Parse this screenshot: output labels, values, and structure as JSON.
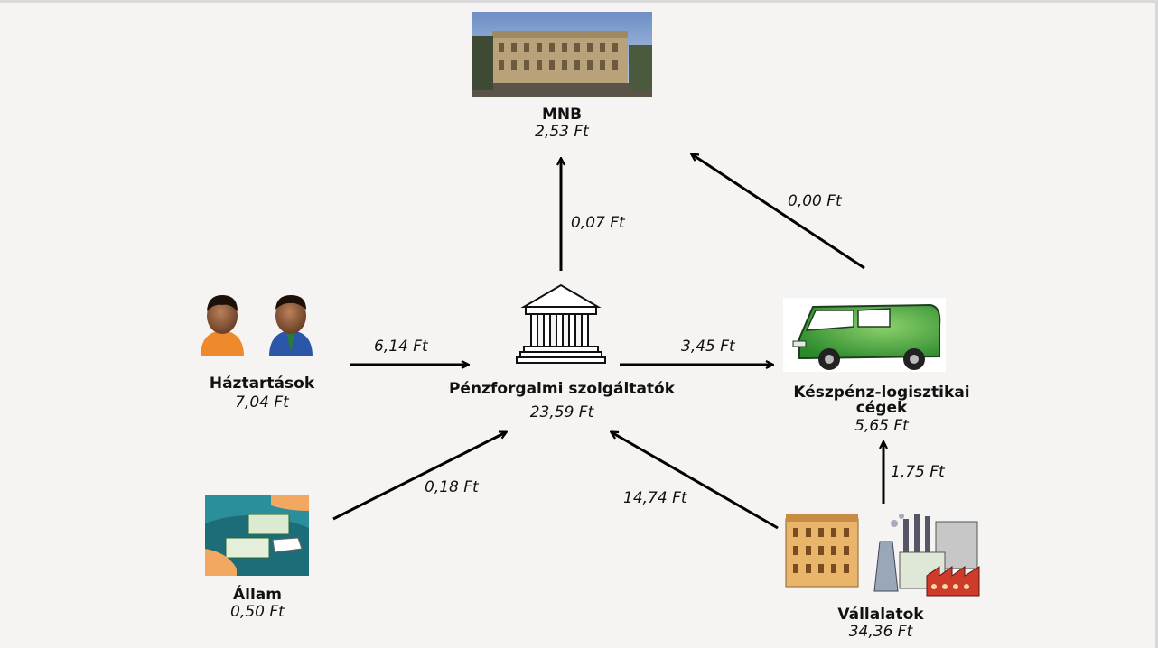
{
  "nodes": {
    "mnb": {
      "name": "MNB",
      "value": "2,53 Ft",
      "icon": "central-bank-building-photo"
    },
    "haztartasok": {
      "name": "Háztartások",
      "value": "7,04 Ft",
      "icon": "people-icon"
    },
    "penzforgalmi": {
      "name": "Pénzforgalmi szolgáltatók",
      "value": "23,59 Ft",
      "icon": "bank-icon"
    },
    "logisztika": {
      "name": "Készpénz-logisztikai cégek",
      "value": "5,65 Ft",
      "icon": "van-icon"
    },
    "allam": {
      "name": "Állam",
      "value": "0,50 Ft",
      "icon": "money-exchange-icon"
    },
    "vallalatok": {
      "name": "Vállalatok",
      "value": "34,36 Ft",
      "icon": "factory-buildings-icon"
    }
  },
  "flows": {
    "penz_to_mnb": "0,07 Ft",
    "log_to_mnb": "0,00 Ft",
    "haz_to_penz": "6,14 Ft",
    "penz_to_log": "3,45 Ft",
    "allam_to_penz": "0,18 Ft",
    "vall_to_penz": "14,74 Ft",
    "vall_to_log": "1,75 Ft"
  }
}
